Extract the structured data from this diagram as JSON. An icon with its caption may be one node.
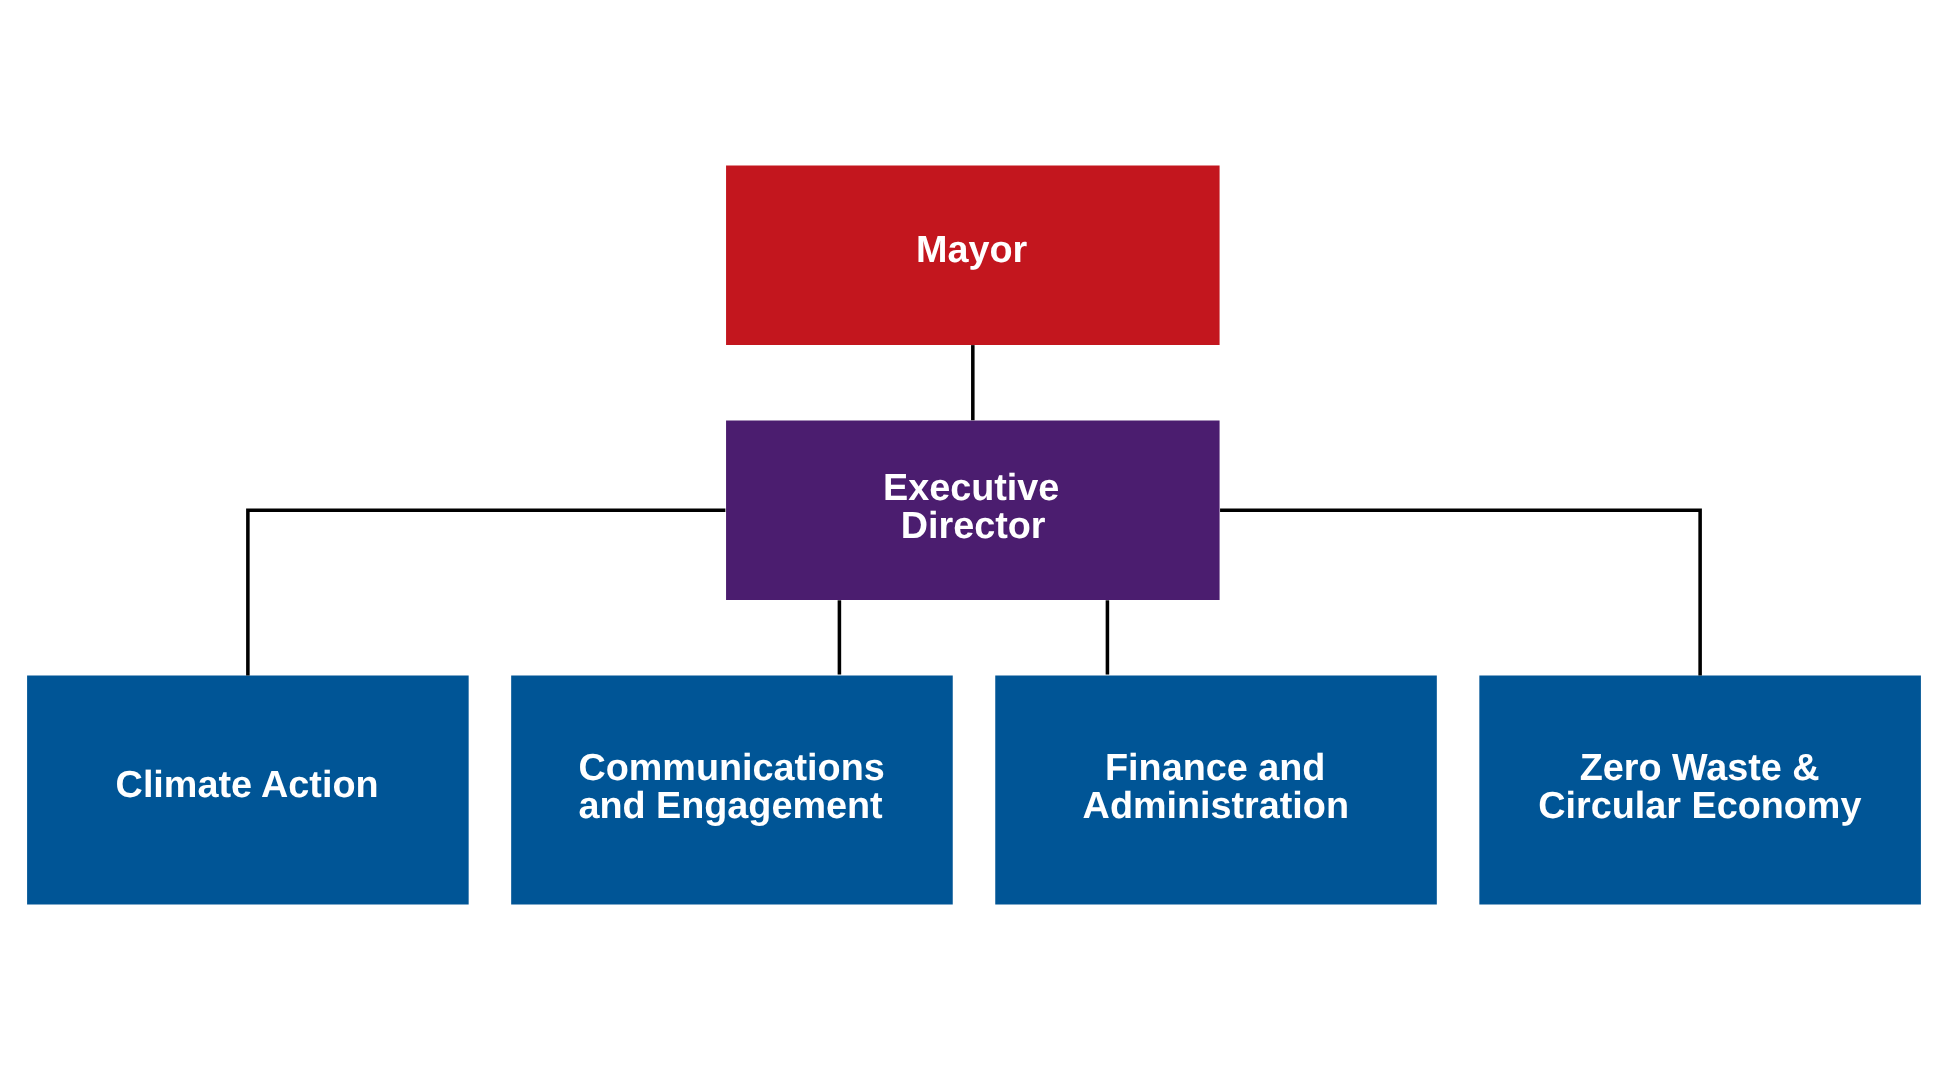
{
  "diagram": {
    "nodes": [
      {
        "text": [
          "Mayor"
        ]
      },
      {
        "text": [
          "Executive Director"
        ]
      },
      {
        "text": [
          "Climate Action"
        ]
      },
      {
        "text": [
          "Communications and Engagement"
        ]
      },
      {
        "text": [
          "Finance and Administration"
        ]
      },
      {
        "text": [
          "Zero Waste & Circular Economy"
        ]
      }
    ],
    "edges": [
      {
        "from": 0,
        "to": 1,
        "arrow": "none"
      },
      {
        "from": 1,
        "to": 2,
        "arrow": "none"
      },
      {
        "from": 1,
        "to": 3,
        "arrow": "none"
      },
      {
        "from": 1,
        "to": 4,
        "arrow": "none"
      },
      {
        "from": 1,
        "to": 5,
        "arrow": "none"
      }
    ]
  }
}
